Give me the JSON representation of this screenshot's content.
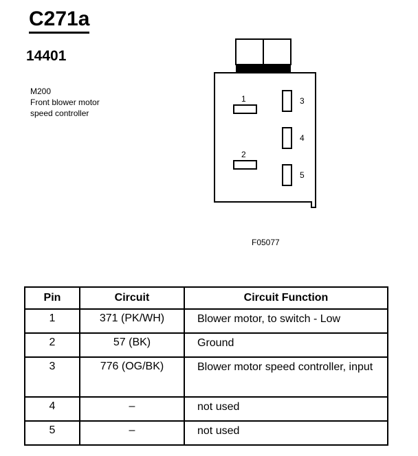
{
  "header": {
    "connector_id": "C271a",
    "part_number": "14401",
    "description_lines": [
      "M200",
      "Front blower motor",
      "speed controller"
    ]
  },
  "figure": {
    "pin_labels": [
      "1",
      "2",
      "3",
      "4",
      "5"
    ],
    "code": "F05077"
  },
  "table": {
    "headers": [
      "Pin",
      "Circuit",
      "Circuit Function"
    ],
    "rows": [
      {
        "pin": "1",
        "circuit": "371 (PK/WH)",
        "function": "Blower motor, to switch - Low"
      },
      {
        "pin": "2",
        "circuit": "57 (BK)",
        "function": "Ground"
      },
      {
        "pin": "3",
        "circuit": "776 (OG/BK)",
        "function": "Blower motor speed controller, input"
      },
      {
        "pin": "4",
        "circuit": "–",
        "function": "not used"
      },
      {
        "pin": "5",
        "circuit": "–",
        "function": "not used"
      }
    ]
  }
}
